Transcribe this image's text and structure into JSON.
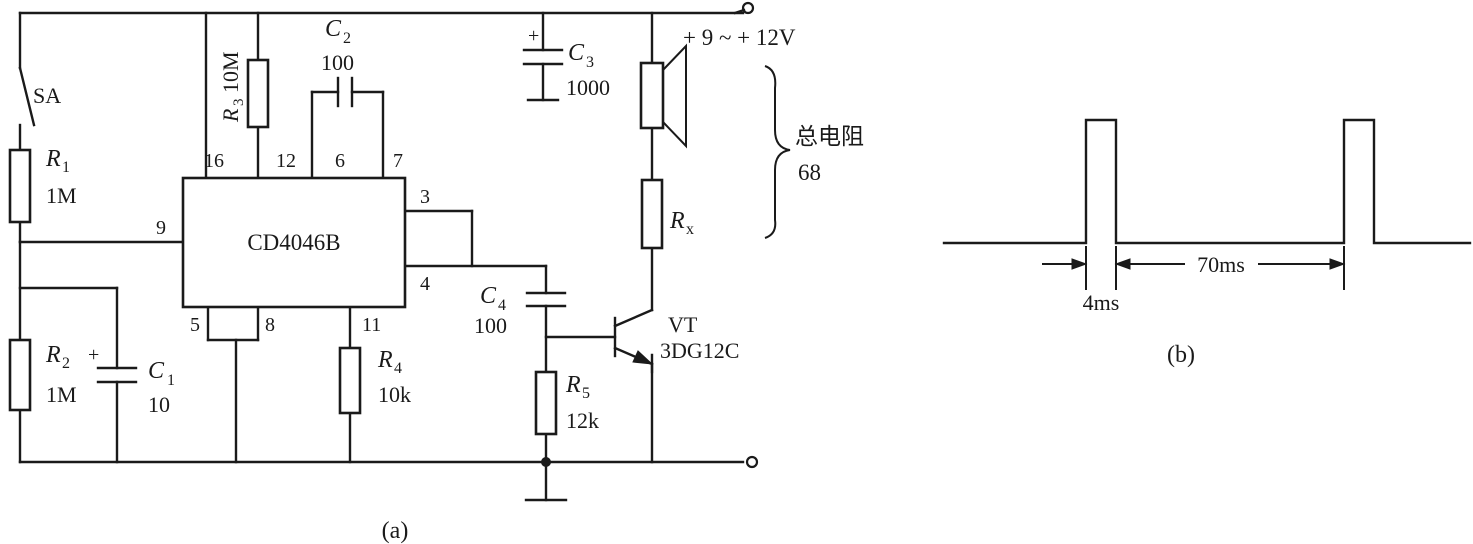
{
  "circuit_a": {
    "caption": "(a)",
    "ic": {
      "name": "CD4046B",
      "pins": {
        "p16": "16",
        "p12": "12",
        "p6": "6",
        "p7": "7",
        "p3": "3",
        "p9": "9",
        "p4": "4",
        "p5": "5",
        "p8": "8",
        "p11": "11"
      }
    },
    "switch": {
      "label": "SA"
    },
    "r1": {
      "sym": "R",
      "sub": "1",
      "value": "1M"
    },
    "r2": {
      "sym": "R",
      "sub": "2",
      "value": "1M"
    },
    "r3": {
      "sym": "R",
      "sub": "3",
      "value": "10M"
    },
    "r4": {
      "sym": "R",
      "sub": "4",
      "value": "10k"
    },
    "r5": {
      "sym": "R",
      "sub": "5",
      "value": "12k"
    },
    "rx": {
      "sym": "R",
      "sub": "x"
    },
    "c1": {
      "sym": "C",
      "sub": "1",
      "value": "10",
      "polarity": "+"
    },
    "c2": {
      "sym": "C",
      "sub": "2",
      "value": "100"
    },
    "c3": {
      "sym": "C",
      "sub": "3",
      "value": "1000",
      "polarity": "+"
    },
    "c4": {
      "sym": "C",
      "sub": "4",
      "value": "100"
    },
    "transistor": {
      "label": "VT",
      "model": "3DG12C"
    },
    "supply": {
      "label": "+ 9 ~ + 12V"
    },
    "total_resistance": {
      "label": "总电阻",
      "value": "68"
    }
  },
  "waveform_b": {
    "caption": "(b)",
    "pulse_width_label": "4ms",
    "period_label": "70ms"
  }
}
